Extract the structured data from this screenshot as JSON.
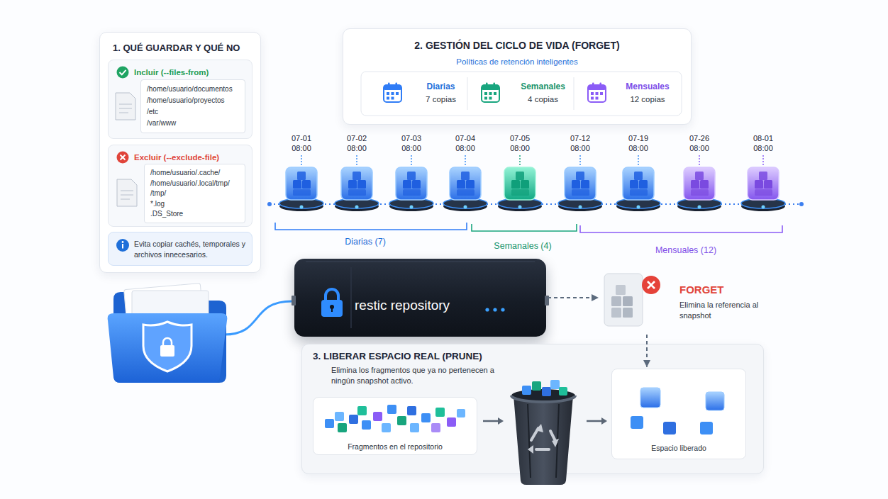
{
  "diagram": {
    "nodes": [
      {
        "text": [
          "1. QUÉ GUARDAR Y QUÉ NO"
        ]
      },
      {
        "text": [
          "Incluir (--files-from)"
        ],
        "in": 0
      },
      {
        "text": [
          "/home/usuario/documentos",
          "/home/usuario/proyectos",
          "/etc",
          "/var/www"
        ],
        "in": 1
      },
      {
        "text": [
          "Excluir (--exclude-file)"
        ],
        "in": 0
      },
      {
        "text": [
          "/home/usuario/.cache/",
          "/home/usuario/.local/tmp/",
          "/tmp/",
          "*.log",
          ".DS_Store"
        ],
        "in": 3
      },
      {
        "text": [
          "Evita copiar cachés, temporales y archivos innecesarios."
        ],
        "in": 0
      },
      {
        "text": [
          "2. GESTIÓN DEL CICLO DE VIDA (FORGET)",
          "Políticas de retención inteligentes"
        ]
      },
      {
        "text": [
          "Diarias",
          "7 copias"
        ],
        "in": 6
      },
      {
        "text": [
          "Semanales",
          "4 copias"
        ],
        "in": 6
      },
      {
        "text": [
          "Mensuales",
          "12 copias"
        ],
        "in": 6
      },
      {
        "text": [
          "07-01 08:00"
        ]
      },
      {
        "text": [
          "07-02 08:00"
        ]
      },
      {
        "text": [
          "07-03 08:00"
        ]
      },
      {
        "text": [
          "07-04 08:00"
        ]
      },
      {
        "text": [
          "07-05 08:00"
        ]
      },
      {
        "text": [
          "07-12 08:00"
        ]
      },
      {
        "text": [
          "07-19 08:00"
        ]
      },
      {
        "text": [
          "07-26 08:00"
        ]
      },
      {
        "text": [
          "08-01 08:00"
        ]
      },
      {
        "text": [
          "restic repository"
        ]
      },
      {
        "text": [
          "FORGET",
          "Elimina la referencia al snapshot"
        ]
      },
      {
        "text": [
          "3. LIBERAR ESPACIO REAL (PRUNE)",
          "Elimina los fragmentos que ya no pertenecen a ningún snapshot activo."
        ]
      },
      {
        "text": [
          "Fragmentos en el repositorio"
        ],
        "in": 21
      },
      {
        "text": [
          "Espacio liberado"
        ],
        "in": 21
      }
    ],
    "edges": [
      {
        "from": 19,
        "to": 20,
        "arrow": "to"
      },
      {
        "from": 20,
        "to": 23,
        "arrow": "to"
      }
    ],
    "labels": [
      "Diarias (7)",
      "Semanales (4)",
      "Mensuales (12)"
    ]
  }
}
